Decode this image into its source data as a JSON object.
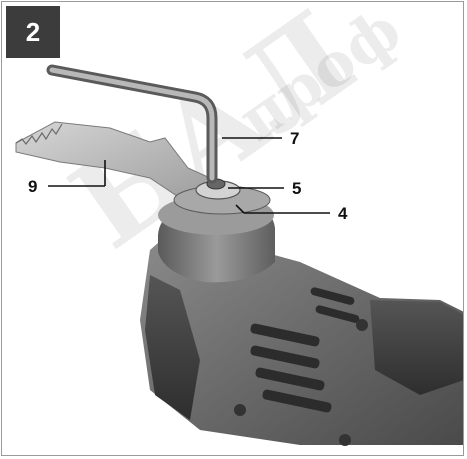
{
  "figure": {
    "step_number": "2",
    "callouts": {
      "wrench": "7",
      "flange": "5",
      "clamp": "4",
      "blade": "9"
    },
    "watermark_lines": [
      "БАЛ",
      "проф"
    ]
  },
  "colors": {
    "badge": "#3c3c3c",
    "tool_body": "#6e6e6e",
    "tool_dark": "#3a3a3a",
    "blade": "#b9b9b9",
    "wrench": "#8a8a8a"
  }
}
